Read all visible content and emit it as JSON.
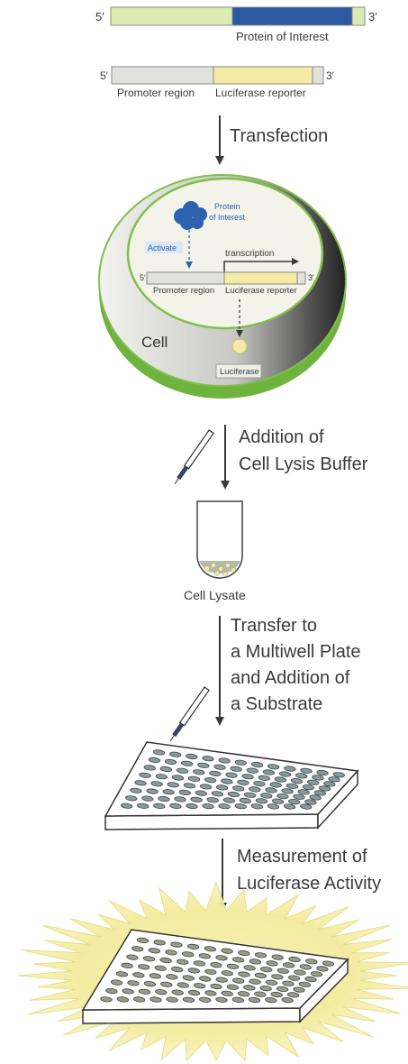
{
  "construct1": {
    "five_prime": "5′",
    "three_prime": "3′",
    "label": "Protein of Interest"
  },
  "construct2": {
    "five_prime": "5′",
    "three_prime": "3′",
    "promoter_label": "Promoter region",
    "reporter_label": "Luciferase reporter"
  },
  "steps": {
    "transfection": "Transfection",
    "lysis_line1": "Addition of",
    "lysis_line2": "Cell Lysis Buffer",
    "transfer_line1": "Transfer to",
    "transfer_line2": "a Multiwell Plate",
    "transfer_line3": "and Addition of",
    "transfer_line4": "a Substrate",
    "measure_line1": "Measurement of",
    "measure_line2": "Luciferase Activity"
  },
  "cell": {
    "label": "Cell",
    "protein_line1": "Protein",
    "protein_line2": "of Interest",
    "activate": "Activate",
    "transcription": "transcription",
    "five_prime": "5′",
    "three_prime": "3′",
    "promoter_label": "Promoter region",
    "reporter_label": "Luciferase reporter",
    "luciferase": "Luciferase"
  },
  "lysate_label": "Cell Lysate",
  "colors": {
    "light_green": "#dcebb4",
    "dark_blue": "#2c5aa0",
    "gray_bar": "#e1e2dc",
    "yellow": "#f4eaa6",
    "green_rim": "#6fb33f",
    "protein_blue": "#2d62b0",
    "glow": "#f3eca0",
    "well": "#8a9a9c"
  }
}
